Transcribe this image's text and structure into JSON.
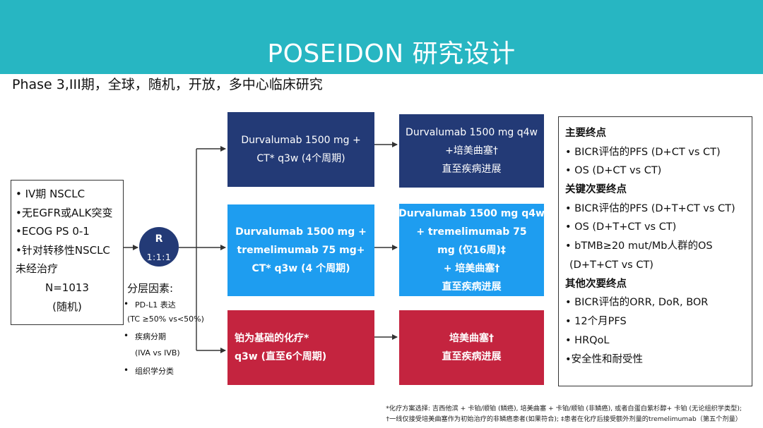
{
  "header": {
    "title": "POSEIDON 研究设计"
  },
  "subtitle": "Phase 3,III期，全球，随机，开放，多中心临床研究",
  "patients": {
    "lines": [
      "• IV期 NSCLC",
      "•无EGFR或ALK突变",
      "•ECOG PS 0-1",
      "•针对转移性NSCLC",
      "未经治疗"
    ],
    "n": "N=1013",
    "randomized": "(随机)"
  },
  "randomization": {
    "label": "R",
    "ratio": "1:1:1"
  },
  "stratification": {
    "title": "分层因素:",
    "items": [
      {
        "bullet": "•",
        "lines": [
          "PD-L1  表达",
          "(TC ≥50% vs<50%)"
        ]
      },
      {
        "bullet": "•",
        "lines": [
          "疾病分期",
          "(IVA vs IVB)"
        ]
      },
      {
        "bullet": "•",
        "lines": [
          "组织学分类"
        ]
      }
    ]
  },
  "arms": [
    {
      "induction": [
        "Durvalumab 1500 mg +",
        "CT* q3w (4个周期)"
      ],
      "maintenance": [
        "Durvalumab 1500 mg q4w",
        "+培美曲塞†",
        "直至疾病进展"
      ]
    },
    {
      "induction": [
        "Durvalumab 1500 mg +",
        "tremelimumab 75 mg+",
        "CT* q3w (4 个周期)"
      ],
      "maintenance": [
        "Durvalumab 1500 mg q4w",
        "+ tremelimumab 75",
        "mg  (仅16周)‡",
        "+ 培美曲塞†",
        "直至疾病进展"
      ]
    },
    {
      "induction": [
        "铂为基础的化疗*",
        "q3w (直至6个周期)"
      ],
      "maintenance": [
        "培美曲塞†",
        "直至疾病进展"
      ]
    }
  ],
  "endpoints": {
    "primary": {
      "title": "主要终点",
      "items": [
        "• BICR评估的PFS (D+CT vs CT)",
        "• OS (D+CT vs CT)"
      ]
    },
    "key_secondary": {
      "title": "关键次要终点",
      "items": [
        "• BICR评估的PFS  (D+T+CT vs CT)",
        "• OS (D+T+CT vs CT)",
        "• bTMB≥20 mut/Mb人群的OS",
        "(D+T+CT vs CT)"
      ]
    },
    "other_secondary": {
      "title": "其他次要终点",
      "items": [
        "• BICR评估的ORR, DoR,  BOR",
        "• 12个月PFS",
        "• HRQoL",
        "•安全性和耐受性"
      ]
    }
  },
  "footnotes": [
    "*化疗方案选择: 吉西他滨 + 卡铂/顺铂 (鳞癌), 培美曲塞 + 卡铂/顺铂 (非鳞癌), 或者白蛋白紫杉醇+ 卡铂 (无论组织学类型);",
    "†一线仅接受培美曲塞作为初始治疗的非鳞癌患者(如果符合); ‡患者在化疗后接受额外剂量的tremelimumab（第五个剂量）"
  ],
  "colors": {
    "header": "#27b6c2",
    "arm1": "#233a76",
    "arm2": "#1e9df0",
    "arm3": "#c4243f"
  }
}
